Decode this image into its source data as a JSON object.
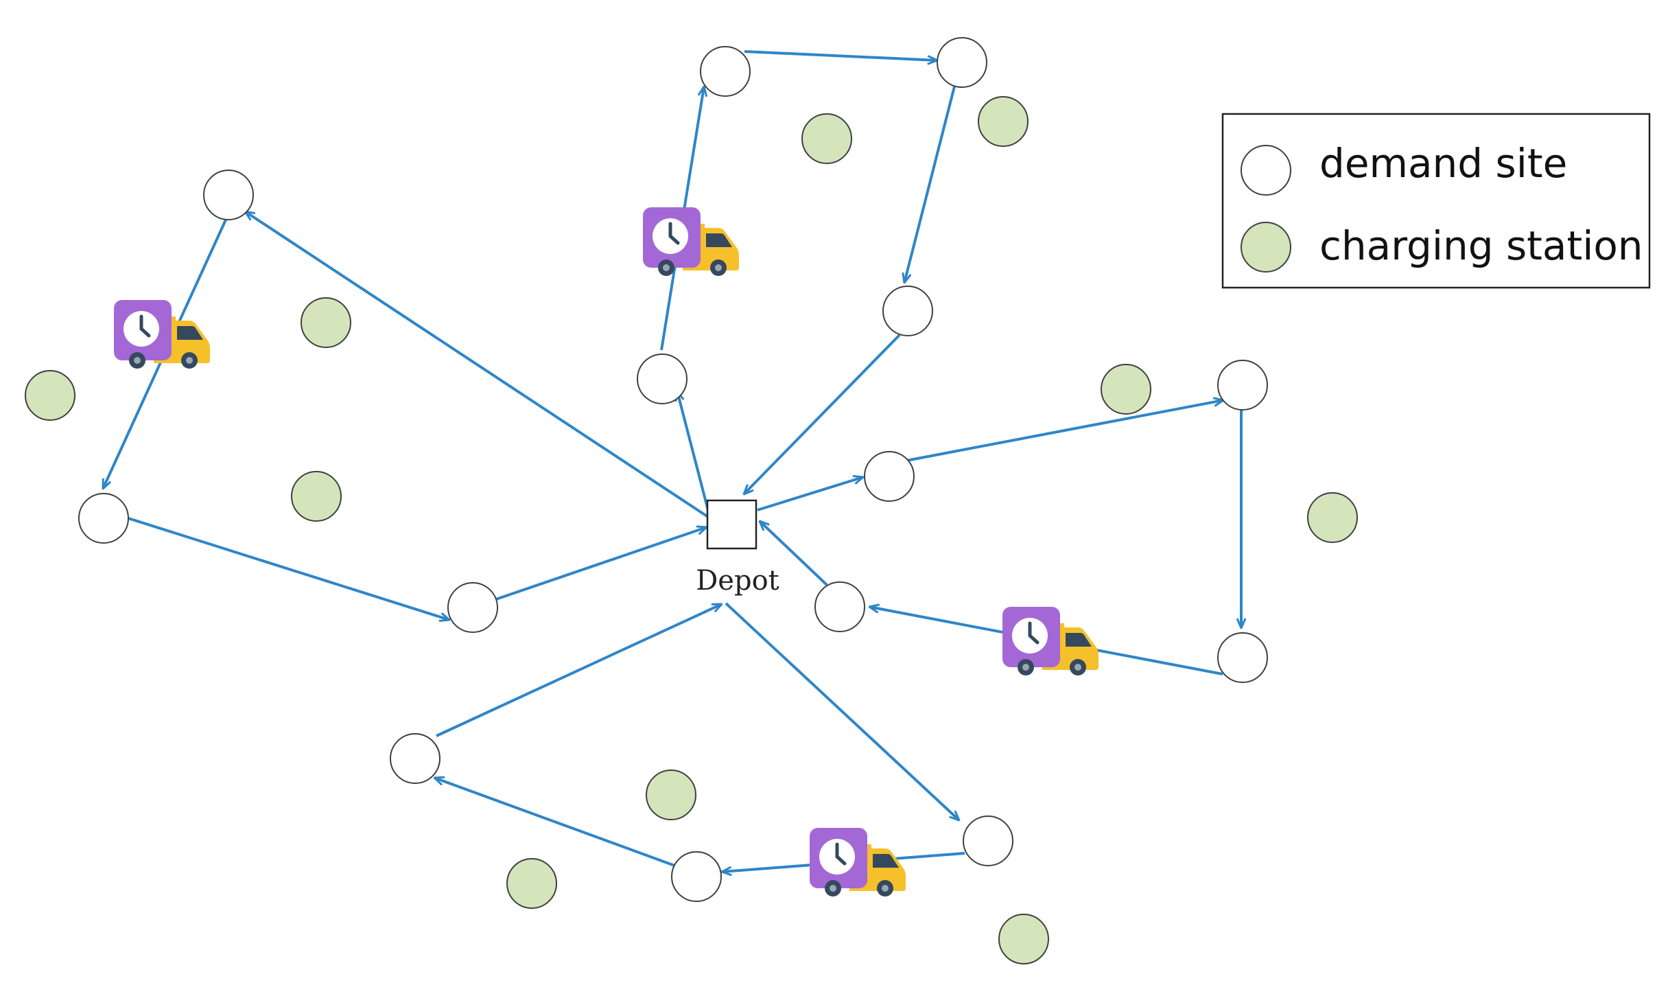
{
  "depot": {
    "label": "Depot"
  },
  "legend": {
    "items": [
      {
        "label": "demand site",
        "symbol": "white-circle"
      },
      {
        "label": "charging station",
        "symbol": "green-circle"
      }
    ]
  },
  "colors": {
    "route": "#2E86C8",
    "charging_fill": "#D4E5BC",
    "demand_fill": "#FFFFFF",
    "node_stroke": "#404040",
    "truck_box": "#A468D6",
    "truck_cab": "#F5C02A",
    "truck_window": "#35495E"
  },
  "routes": [
    {
      "name": "route-1",
      "path": [
        "depot",
        "site-2",
        "site-3",
        "site-4",
        "site-5",
        "depot"
      ]
    },
    {
      "name": "route-2",
      "path": [
        "depot",
        "site-1",
        "site-6",
        "site-7",
        "depot"
      ]
    },
    {
      "name": "route-3",
      "path": [
        "depot",
        "site-8",
        "site-9",
        "site-10",
        "site-11",
        "depot"
      ]
    },
    {
      "name": "route-4",
      "path": [
        "depot",
        "site-12",
        "site-13",
        "site-14",
        "depot"
      ]
    }
  ]
}
